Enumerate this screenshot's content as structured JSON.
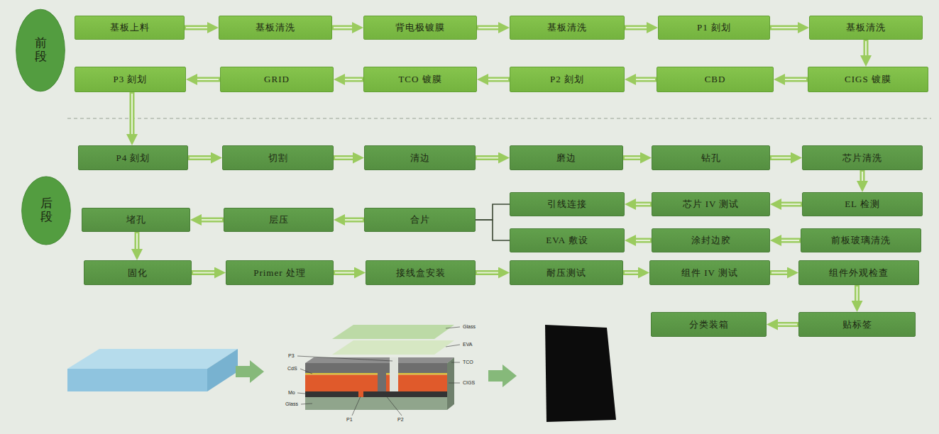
{
  "diagram": {
    "nodes": [
      {
        "text": [
          "前段"
        ]
      },
      {
        "text": [
          "基板上料"
        ]
      },
      {
        "text": [
          "基板清洗"
        ]
      },
      {
        "text": [
          "背电极镀膜"
        ]
      },
      {
        "text": [
          "基板清洗"
        ]
      },
      {
        "text": [
          "P1 刻划"
        ]
      },
      {
        "text": [
          "基板清洗"
        ]
      },
      {
        "text": [
          "CIGS 镀膜"
        ]
      },
      {
        "text": [
          "CBD"
        ]
      },
      {
        "text": [
          "P2 刻划"
        ]
      },
      {
        "text": [
          "TCO 镀膜"
        ]
      },
      {
        "text": [
          "GRID"
        ]
      },
      {
        "text": [
          "P3 刻划"
        ]
      },
      {
        "text": [
          "后段"
        ]
      },
      {
        "text": [
          "P4 刻划"
        ]
      },
      {
        "text": [
          "切割"
        ]
      },
      {
        "text": [
          "清边"
        ]
      },
      {
        "text": [
          "磨边"
        ]
      },
      {
        "text": [
          "钻孔"
        ]
      },
      {
        "text": [
          "芯片清洗"
        ]
      },
      {
        "text": [
          "EL 检测"
        ]
      },
      {
        "text": [
          "芯片 IV 测试"
        ]
      },
      {
        "text": [
          "引线连接"
        ]
      },
      {
        "text": [
          "前板玻璃清洗"
        ]
      },
      {
        "text": [
          "涂封边胶"
        ]
      },
      {
        "text": [
          "EVA 敷设"
        ]
      },
      {
        "text": [
          "合片"
        ]
      },
      {
        "text": [
          "层压"
        ]
      },
      {
        "text": [
          "堵孔"
        ]
      },
      {
        "text": [
          "固化"
        ]
      },
      {
        "text": [
          "Primer 处理"
        ]
      },
      {
        "text": [
          "接线盒安装"
        ]
      },
      {
        "text": [
          "耐压测试"
        ]
      },
      {
        "text": [
          "组件 IV 测试"
        ]
      },
      {
        "text": [
          "组件外观检查"
        ]
      },
      {
        "text": [
          "贴标签"
        ]
      },
      {
        "text": [
          "分类装箱"
        ]
      }
    ],
    "edges": [
      {
        "from": 1,
        "to": 2,
        "arrow": "to"
      },
      {
        "from": 2,
        "to": 3,
        "arrow": "to"
      },
      {
        "from": 3,
        "to": 4,
        "arrow": "to"
      },
      {
        "from": 4,
        "to": 5,
        "arrow": "to"
      },
      {
        "from": 5,
        "to": 6,
        "arrow": "to"
      },
      {
        "from": 6,
        "to": 7,
        "arrow": "to"
      },
      {
        "from": 7,
        "to": 8,
        "arrow": "to"
      },
      {
        "from": 8,
        "to": 9,
        "arrow": "to"
      },
      {
        "from": 9,
        "to": 10,
        "arrow": "to"
      },
      {
        "from": 10,
        "to": 11,
        "arrow": "to"
      },
      {
        "from": 11,
        "to": 12,
        "arrow": "to"
      },
      {
        "from": 12,
        "to": 14,
        "arrow": "to"
      },
      {
        "from": 14,
        "to": 15,
        "arrow": "to"
      },
      {
        "from": 15,
        "to": 16,
        "arrow": "to"
      },
      {
        "from": 16,
        "to": 17,
        "arrow": "to"
      },
      {
        "from": 17,
        "to": 18,
        "arrow": "to"
      },
      {
        "from": 18,
        "to": 19,
        "arrow": "to"
      },
      {
        "from": 19,
        "to": 20,
        "arrow": "to"
      },
      {
        "from": 20,
        "to": 21,
        "arrow": "to"
      },
      {
        "from": 21,
        "to": 22,
        "arrow": "to"
      },
      {
        "from": 23,
        "to": 24,
        "arrow": "to"
      },
      {
        "from": 24,
        "to": 25,
        "arrow": "to"
      },
      {
        "from": 22,
        "to": 26,
        "arrow": "none"
      },
      {
        "from": 25,
        "to": 26,
        "arrow": "none"
      },
      {
        "from": 26,
        "to": 27,
        "arrow": "to"
      },
      {
        "from": 27,
        "to": 28,
        "arrow": "to"
      },
      {
        "from": 28,
        "to": 29,
        "arrow": "to"
      },
      {
        "from": 29,
        "to": 30,
        "arrow": "to"
      },
      {
        "from": 30,
        "to": 31,
        "arrow": "to"
      },
      {
        "from": 31,
        "to": 32,
        "arrow": "to"
      },
      {
        "from": 32,
        "to": 33,
        "arrow": "to"
      },
      {
        "from": 33,
        "to": 34,
        "arrow": "to"
      },
      {
        "from": 34,
        "to": 35,
        "arrow": "to"
      },
      {
        "from": 35,
        "to": 36,
        "arrow": "to"
      }
    ],
    "labels": [
      "Glass",
      "EVA",
      "TCO",
      "CIGS",
      "P3",
      "CdS",
      "Mo",
      "Glass",
      "P1",
      "P2"
    ]
  }
}
